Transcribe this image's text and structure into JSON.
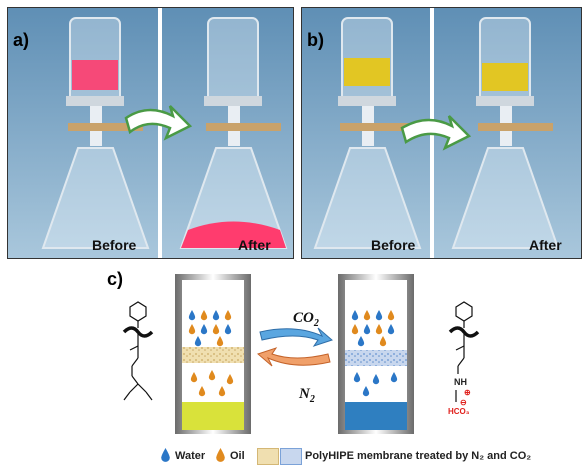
{
  "figure": {
    "panel_labels": [
      "a)",
      "b)",
      "c)"
    ],
    "panel_a": {
      "before_label": "Before",
      "after_label": "After",
      "liquid_color": "#f4446a"
    },
    "panel_b": {
      "before_label": "Before",
      "after_label": "After",
      "liquid_color": "#e2c623"
    },
    "scheme": {
      "co2_label": "CO",
      "co2_sub": "2",
      "n2_label": "N",
      "n2_sub": "2",
      "red_label_top": "⊕",
      "red_label_mid": "⊖",
      "red_label_bottom": "HCO₃",
      "nh_label": "NH",
      "left_phase_color": "#d9e23a",
      "right_phase_color": "#2f7fc0"
    },
    "legend": {
      "water_label": "Water",
      "oil_label": "Oil",
      "membrane_label": "PolyHIPE membrane treated by N₂ and CO₂"
    }
  }
}
